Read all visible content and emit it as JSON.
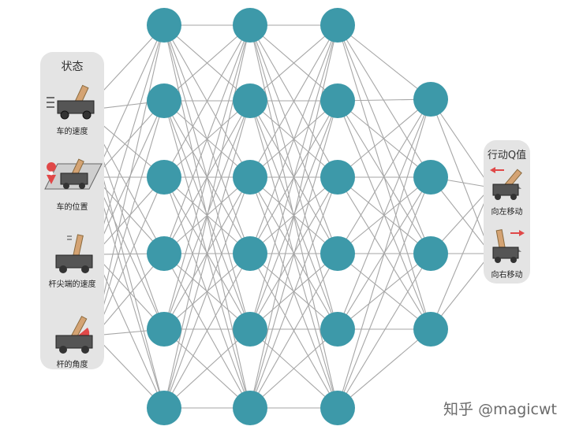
{
  "state_panel": {
    "title": "状态",
    "items": [
      {
        "label": "车的速度",
        "icon": "cart-speed-icon"
      },
      {
        "label": "车的位置",
        "icon": "cart-position-icon"
      },
      {
        "label": "杆尖端的速度",
        "icon": "pole-tip-speed-icon"
      },
      {
        "label": "杆的角度",
        "icon": "pole-angle-icon"
      }
    ]
  },
  "output_panel": {
    "title": "行动Q值",
    "items": [
      {
        "label": "向左移动",
        "icon": "move-left-icon"
      },
      {
        "label": "向右移动",
        "icon": "move-right-icon"
      }
    ]
  },
  "network": {
    "layers": [
      6,
      6,
      6,
      4
    ],
    "node_color": "#3d99a9",
    "edge_color": "#a6a6a6"
  },
  "watermark": "知乎 @magicwt"
}
